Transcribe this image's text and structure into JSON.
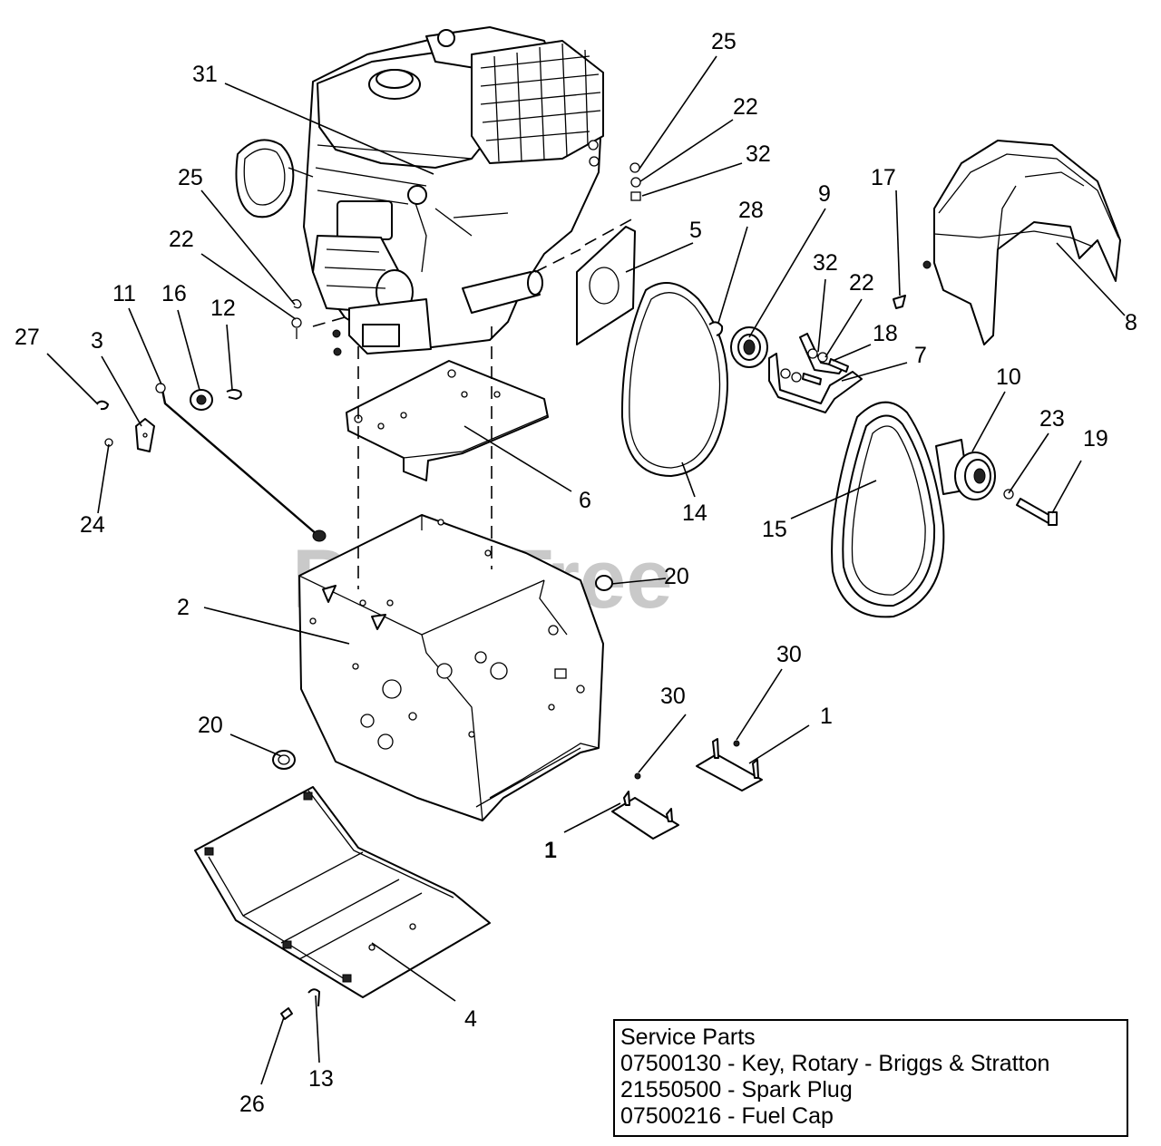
{
  "watermark": "PartsTree",
  "callouts": {
    "c1a": "1",
    "c1b": "1",
    "c2": "2",
    "c3": "3",
    "c4": "4",
    "c5": "5",
    "c6": "6",
    "c7": "7",
    "c8": "8",
    "c9": "9",
    "c10": "10",
    "c11": "11",
    "c12": "12",
    "c13": "13",
    "c14": "14",
    "c15": "15",
    "c16": "16",
    "c17": "17",
    "c18": "18",
    "c19": "19",
    "c20a": "20",
    "c20b": "20",
    "c22a": "22",
    "c22b": "22",
    "c22c": "22",
    "c23": "23",
    "c24": "24",
    "c25a": "25",
    "c25b": "25",
    "c26": "26",
    "c27": "27",
    "c28": "28",
    "c30a": "30",
    "c30b": "30",
    "c31": "31",
    "c32a": "32",
    "c32b": "32"
  },
  "service_parts": {
    "title": "Service Parts",
    "items": [
      "07500130 - Key,  Rotary - Briggs & Stratton",
      "21550500 - Spark Plug",
      "07500216 - Fuel Cap"
    ]
  }
}
